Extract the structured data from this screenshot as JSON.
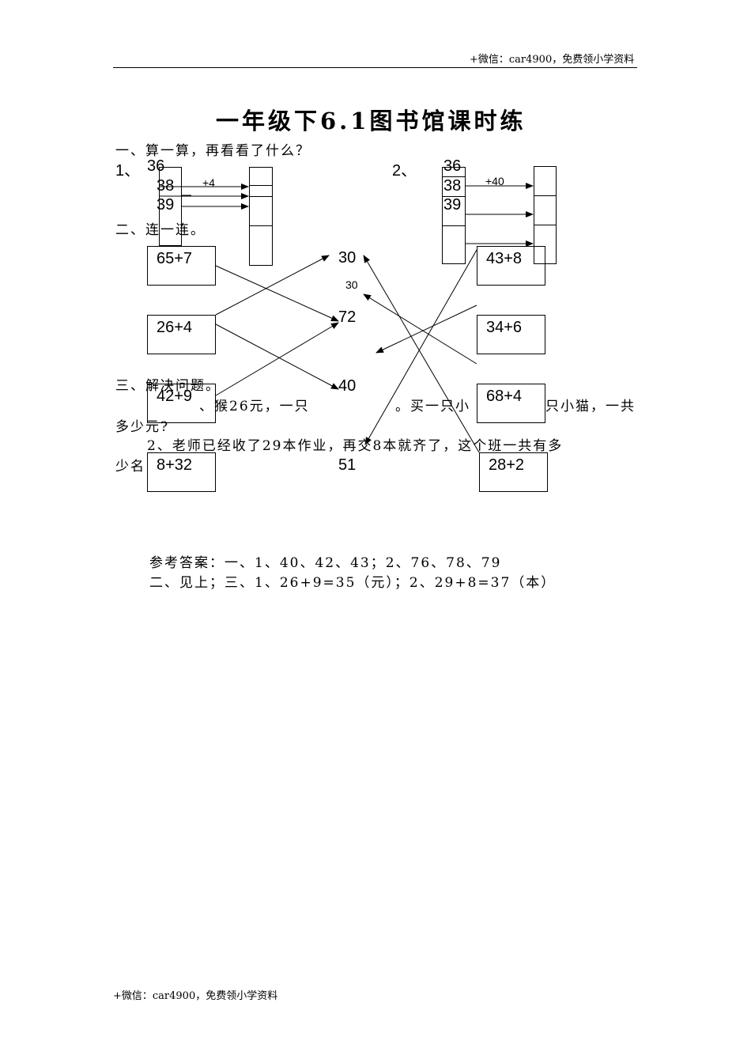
{
  "header": {
    "text": "+微信：car4900，免费领小学资料"
  },
  "footer": {
    "text": "+微信：car4900，免费领小学资料"
  },
  "title": "一年级下6.1图书馆课时练",
  "section1": {
    "heading": "一、算一算，再看看了什么？",
    "q1": {
      "label": "1、",
      "numbers": [
        "36",
        "38",
        "39"
      ],
      "op": "+4"
    },
    "q2": {
      "label": "2、",
      "numbers": [
        "36",
        "38",
        "39"
      ],
      "op": "+40"
    }
  },
  "section2": {
    "heading": "二、连一连。",
    "left_exprs": [
      "65+7",
      "26+4",
      "42+9",
      "8+32"
    ],
    "right_exprs": [
      "43+8",
      "34+6",
      "68+4",
      "28+2"
    ],
    "mid_values": [
      "30",
      "30",
      "72",
      "40",
      "51"
    ]
  },
  "section3": {
    "heading": "三、解决问题。",
    "q1_start": "、猴26元，一只",
    "q1_mid": "。买一只小",
    "q1_end": "只小猫，一共",
    "q1_cont": "多少元?",
    "q2": "2、老师已经收了29本作业，再交8本就齐了，这个班一共有多",
    "q2_cont": "少名"
  },
  "answers": {
    "line1": "参考答案：一、1、40、42、43；2、76、78、79",
    "line2": "二、见上；三、1、26+9=35（元）；2、29+8=37（本）"
  }
}
